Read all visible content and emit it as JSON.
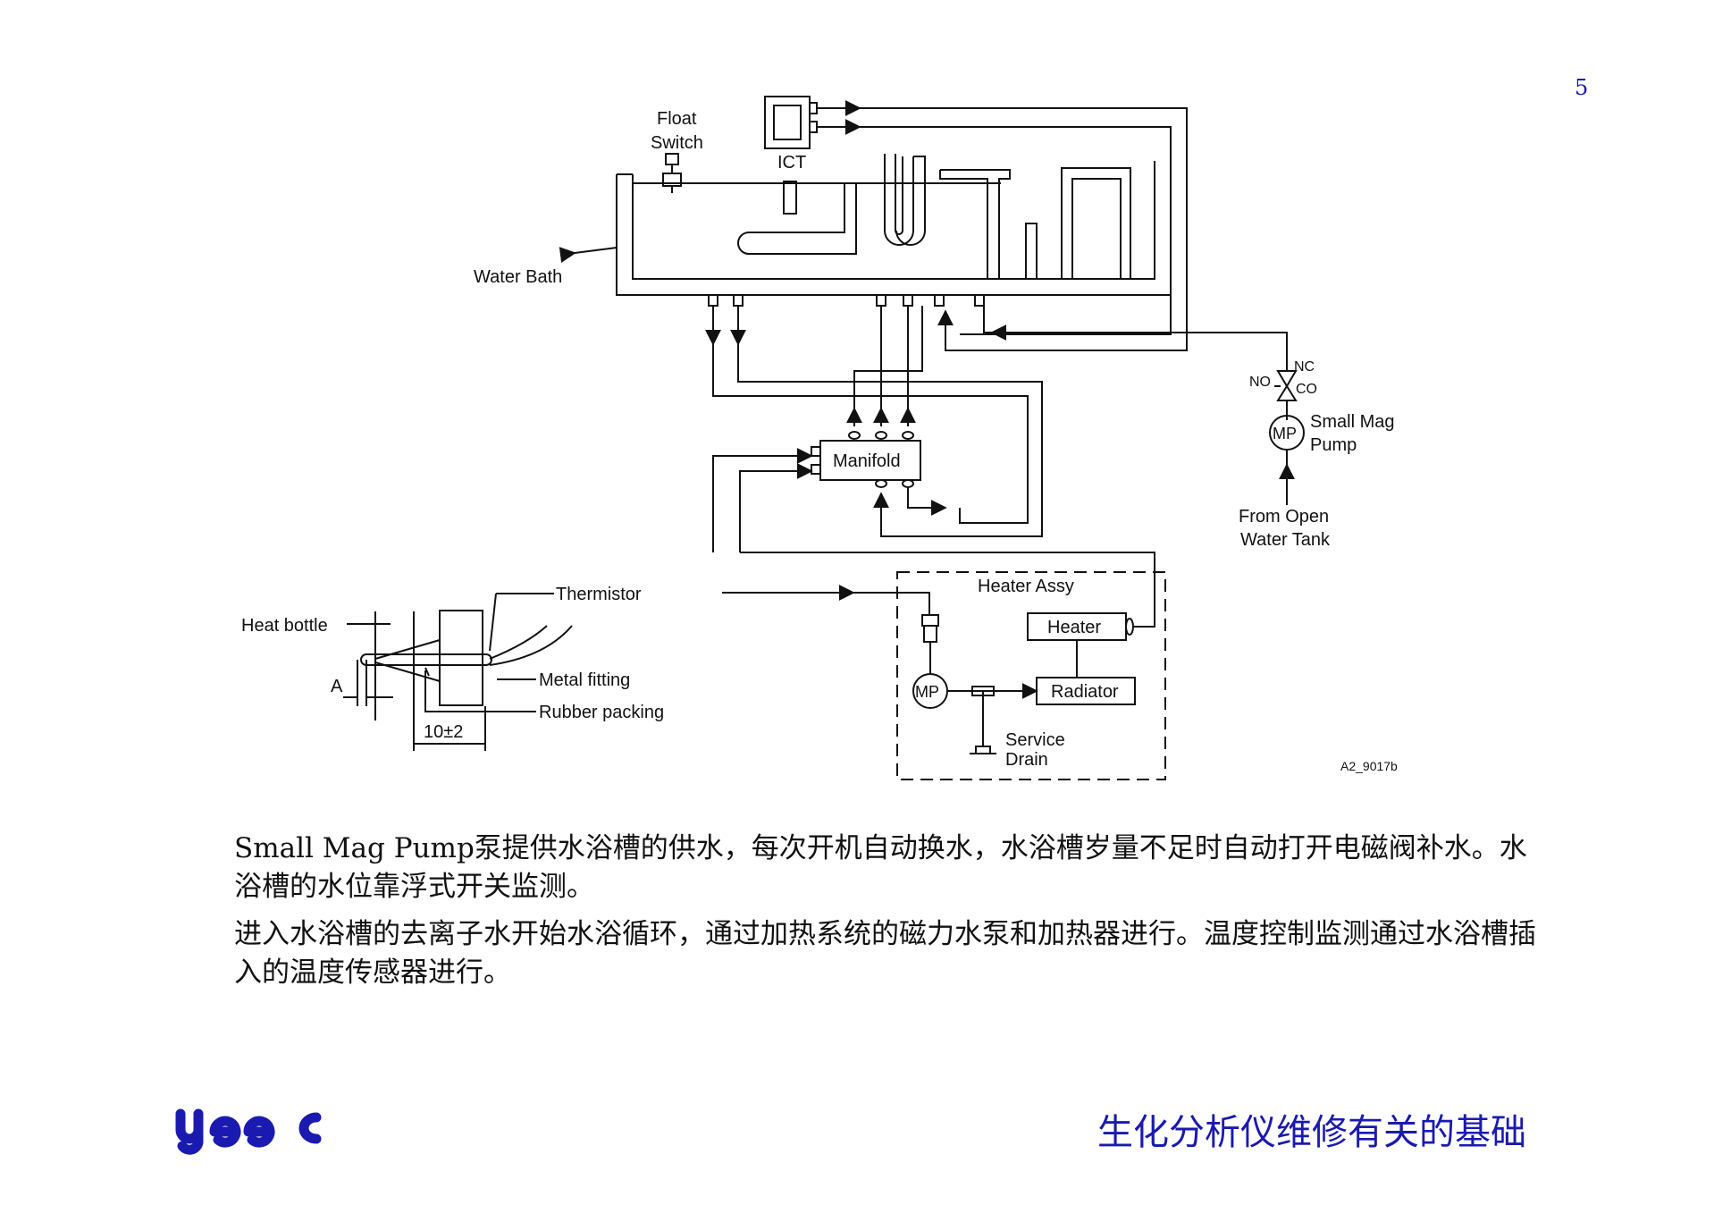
{
  "page": {
    "number": "5"
  },
  "diagram": {
    "labels": {
      "float_switch_1": "Float",
      "float_switch_2": "Switch",
      "ict": "ICT",
      "water_bath": "Water Bath",
      "manifold": "Manifold",
      "valve_no": "NO",
      "valve_nc": "NC",
      "valve_co": "CO",
      "pump_mp": "MP",
      "small_mag_1": "Small Mag",
      "small_mag_2": "Pump",
      "from_open_1": "From  Open",
      "from_open_2": "Water Tank",
      "heater_assy": "Heater Assy",
      "heater": "Heater",
      "radiator": "Radiator",
      "service_1": "Service",
      "service_2": "Drain",
      "heater_mp": "MP",
      "figure_id": "A2_9017b",
      "thermistor": "Thermistor",
      "heat_bottle": "Heat bottle",
      "metal_fitting": "Metal fitting",
      "rubber_packing": "Rubber packing",
      "dim_a": "A",
      "dim_10": "10±2"
    }
  },
  "text": {
    "para1": "Small Mag Pump泵提供水浴槽的供水，每次开机自动换水，水浴槽岁量不足时自动打开电磁阀补水。水浴槽的水位靠浮式开关监测。",
    "para2": "进入水浴槽的去离子水开始水浴循环，通过加热系统的磁力水泵和加热器进行。温度控制监测通过水浴槽插入的温度传感器进行。"
  },
  "footer": {
    "logo_text": "yeec",
    "title": "生化分析仪维修有关的基础"
  },
  "colors": {
    "accent": "#1a1ab0",
    "ink": "#111111"
  }
}
